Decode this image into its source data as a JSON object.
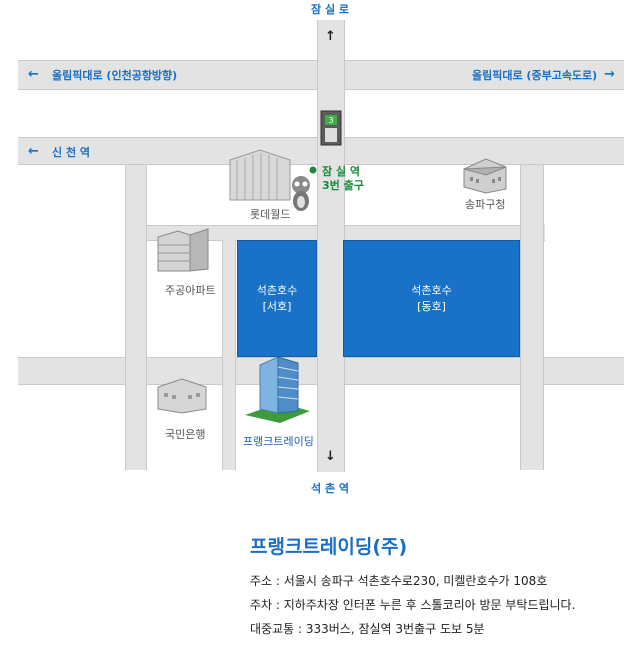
{
  "map": {
    "top_road_label": "잠 실 로",
    "bottom_road_label": "석 촌 역",
    "olympic_left": "올림픽대로 (인천공항방향)",
    "olympic_right": "올림픽대로 (중부고속도로)",
    "sinchon_left": "신 천 역",
    "station_label_1": "잠 실 역",
    "station_label_2": "3번 출구",
    "lotte_world": "롯데월드",
    "songpa_office": "송파구청",
    "jugong_apt": "주공아파트",
    "lake_west_1": "석촌호수",
    "lake_west_2": "[서호]",
    "lake_east_1": "석촌호수",
    "lake_east_2": "[동호]",
    "kookmin_bank": "국민은행",
    "frank_trading": "프랭크트레이딩",
    "colors": {
      "road": "#e3e3e3",
      "lake": "#1a72c8",
      "accent": "#1a6fc4",
      "station": "#1a8a3a"
    }
  },
  "info": {
    "company_name": "프랭크트레이딩(주)",
    "address": "주소 : 서울시 송파구 석촌호수로230, 미켈란호수가 108호",
    "parking": "주차 : 지하주차장 인터폰 누른 후 스톨코리아 방문 부탁드립니다.",
    "transit": "대중교통 : 333버스, 잠실역 3번출구 도보 5분"
  }
}
